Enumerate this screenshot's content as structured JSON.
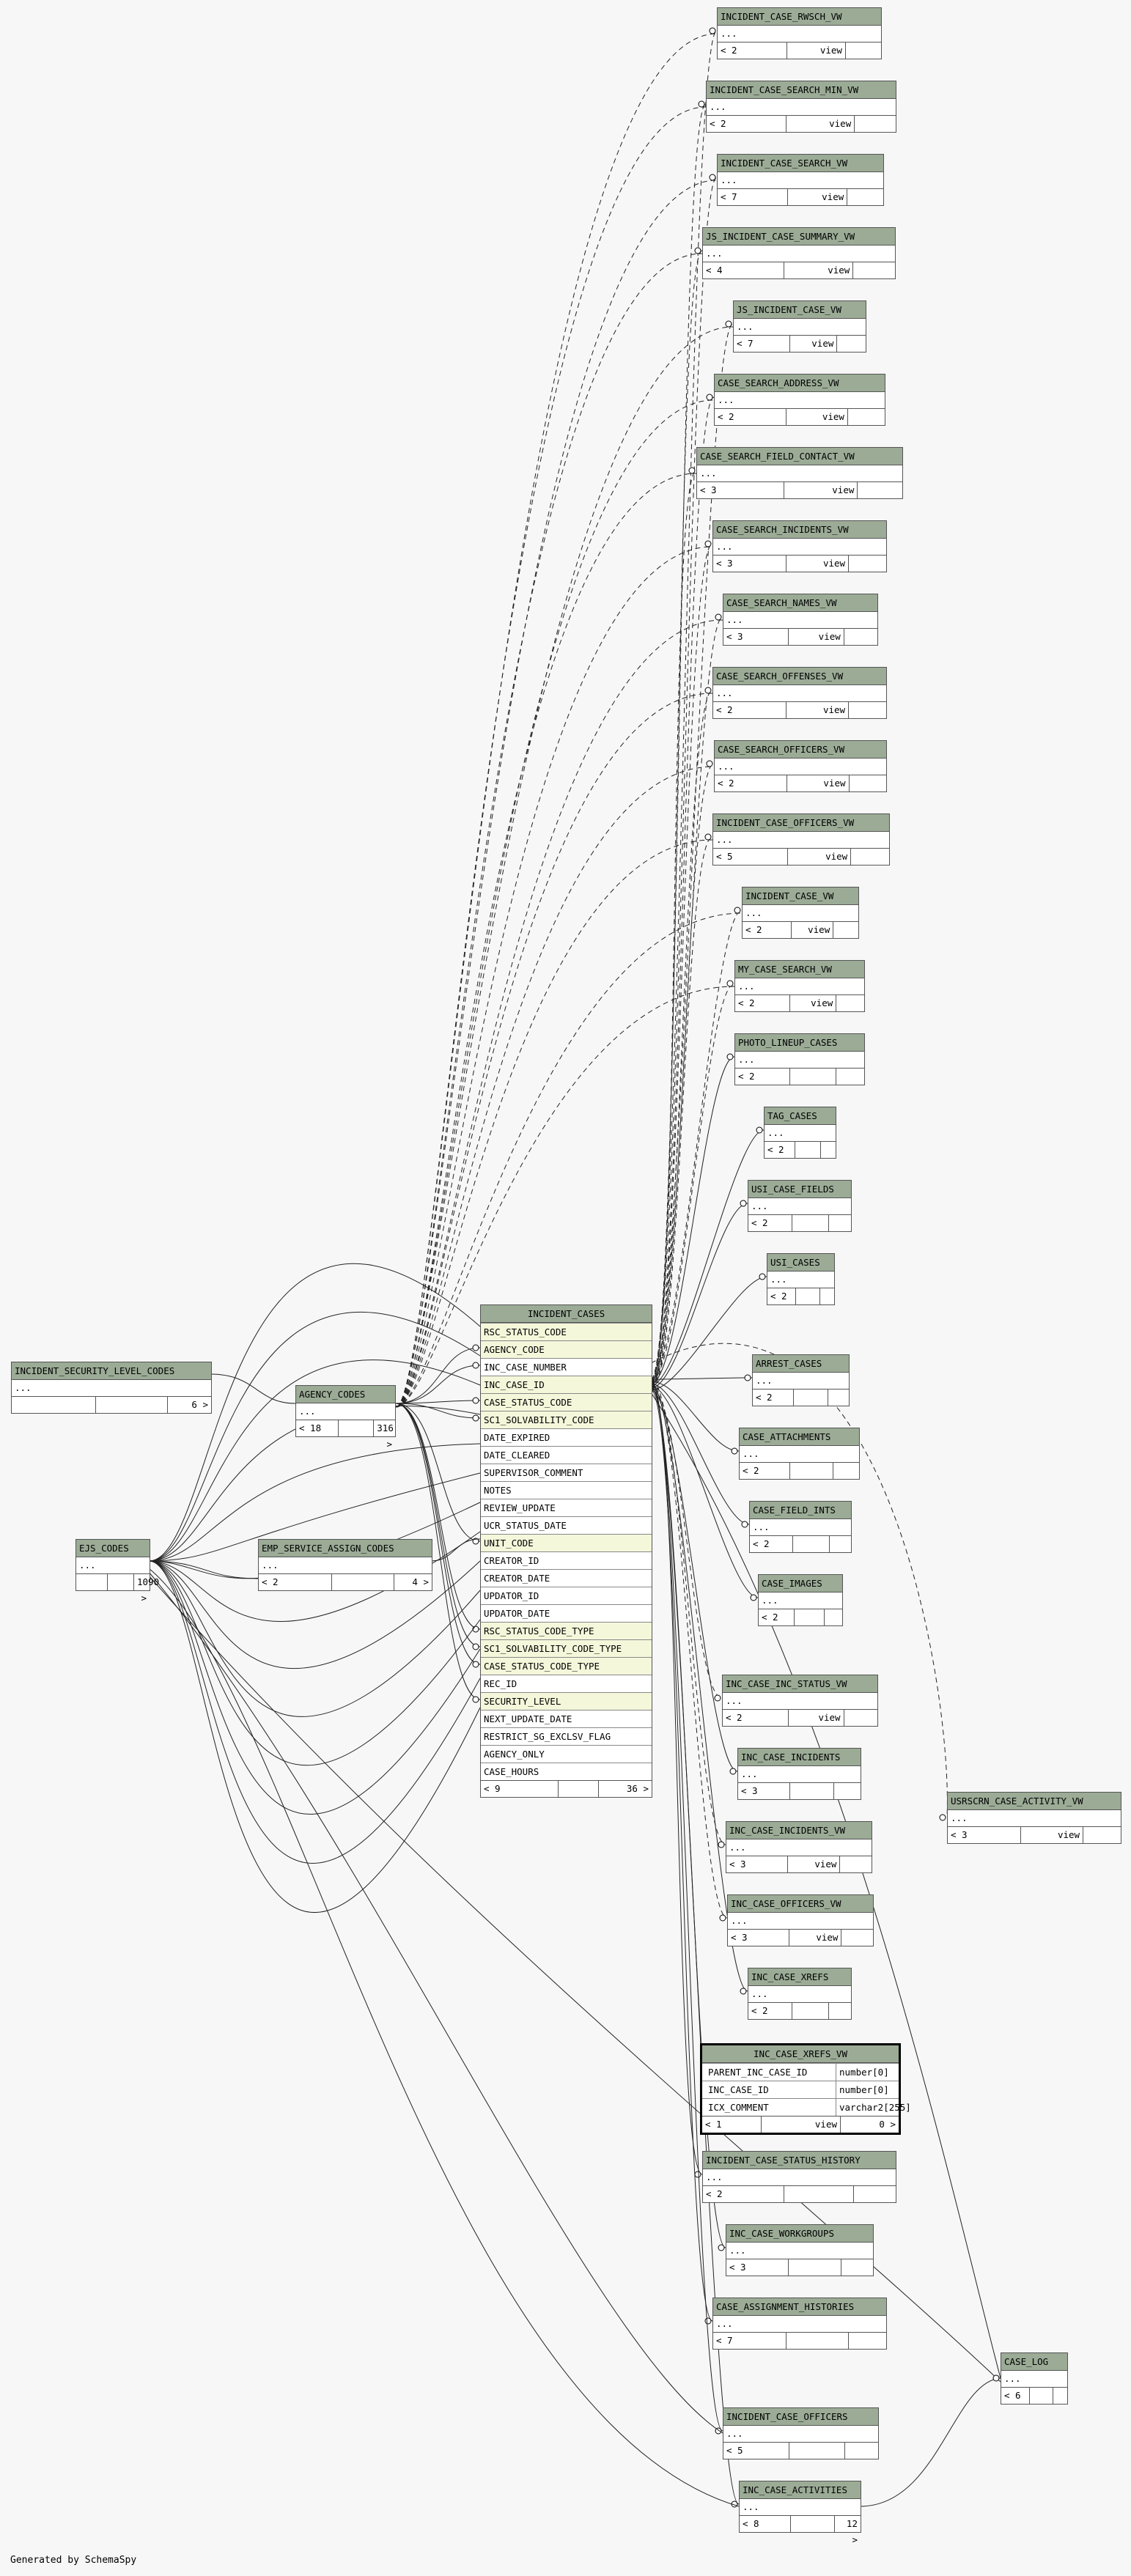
{
  "footer": "Generated by SchemaSpy",
  "center": {
    "title": "INCIDENT_CASES",
    "columns": [
      {
        "name": "RSC_STATUS_CODE",
        "key": true
      },
      {
        "name": "AGENCY_CODE",
        "key": true
      },
      {
        "name": "INC_CASE_NUMBER",
        "key": false
      },
      {
        "name": "INC_CASE_ID",
        "key": true
      },
      {
        "name": "CASE_STATUS_CODE",
        "key": true
      },
      {
        "name": "SC1_SOLVABILITY_CODE",
        "key": true
      },
      {
        "name": "DATE_EXPIRED",
        "key": false
      },
      {
        "name": "DATE_CLEARED",
        "key": false
      },
      {
        "name": "SUPERVISOR_COMMENT",
        "key": false
      },
      {
        "name": "NOTES",
        "key": false
      },
      {
        "name": "REVIEW_UPDATE",
        "key": false
      },
      {
        "name": "UCR_STATUS_DATE",
        "key": false
      },
      {
        "name": "UNIT_CODE",
        "key": true
      },
      {
        "name": "CREATOR_ID",
        "key": false
      },
      {
        "name": "CREATOR_DATE",
        "key": false
      },
      {
        "name": "UPDATOR_ID",
        "key": false
      },
      {
        "name": "UPDATOR_DATE",
        "key": false
      },
      {
        "name": "RSC_STATUS_CODE_TYPE",
        "key": true
      },
      {
        "name": "SC1_SOLVABILITY_CODE_TYPE",
        "key": true
      },
      {
        "name": "CASE_STATUS_CODE_TYPE",
        "key": true
      },
      {
        "name": "REC_ID",
        "key": false
      },
      {
        "name": "SECURITY_LEVEL",
        "key": true
      },
      {
        "name": "NEXT_UPDATE_DATE",
        "key": false
      },
      {
        "name": "RESTRICT_SG_EXCLSV_FLAG",
        "key": false
      },
      {
        "name": "AGENCY_ONLY",
        "key": false
      },
      {
        "name": "CASE_HOURS",
        "key": false
      }
    ],
    "foot": [
      "< 9",
      "",
      "36 >"
    ]
  },
  "selected": {
    "title": "INC_CASE_XREFS_VW",
    "columns": [
      {
        "name": "PARENT_INC_CASE_ID",
        "type": "number[0]"
      },
      {
        "name": "INC_CASE_ID",
        "type": "number[0]"
      },
      {
        "name": "ICX_COMMENT",
        "type": "varchar2[255]"
      }
    ],
    "foot": [
      "< 1",
      "view",
      "0 >"
    ]
  },
  "left_tables": [
    {
      "title": "INCIDENT_SECURITY_LEVEL_CODES",
      "dots": "...",
      "foot": [
        "",
        "",
        "6 >"
      ]
    },
    {
      "title": "AGENCY_CODES",
      "dots": "...",
      "foot": [
        "< 18",
        "",
        "316 >"
      ]
    },
    {
      "title": "EJS_CODES",
      "dots": "...",
      "foot": [
        "",
        "",
        "1090 >"
      ]
    },
    {
      "title": "EMP_SERVICE_ASSIGN_CODES",
      "dots": "...",
      "foot": [
        "< 2",
        "",
        "4 >"
      ]
    }
  ],
  "right_tables": [
    {
      "title": "INCIDENT_CASE_RWSCH_VW",
      "dots": "...",
      "foot": [
        "< 2",
        "view",
        ""
      ]
    },
    {
      "title": "INCIDENT_CASE_SEARCH_MIN_VW",
      "dots": "...",
      "foot": [
        "< 2",
        "view",
        ""
      ]
    },
    {
      "title": "INCIDENT_CASE_SEARCH_VW",
      "dots": "...",
      "foot": [
        "< 7",
        "view",
        ""
      ]
    },
    {
      "title": "JS_INCIDENT_CASE_SUMMARY_VW",
      "dots": "...",
      "foot": [
        "< 4",
        "view",
        ""
      ]
    },
    {
      "title": "JS_INCIDENT_CASE_VW",
      "dots": "...",
      "foot": [
        "< 7",
        "view",
        ""
      ]
    },
    {
      "title": "CASE_SEARCH_ADDRESS_VW",
      "dots": "...",
      "foot": [
        "< 2",
        "view",
        ""
      ]
    },
    {
      "title": "CASE_SEARCH_FIELD_CONTACT_VW",
      "dots": "...",
      "foot": [
        "< 3",
        "view",
        ""
      ]
    },
    {
      "title": "CASE_SEARCH_INCIDENTS_VW",
      "dots": "...",
      "foot": [
        "< 3",
        "view",
        ""
      ]
    },
    {
      "title": "CASE_SEARCH_NAMES_VW",
      "dots": "...",
      "foot": [
        "< 3",
        "view",
        ""
      ]
    },
    {
      "title": "CASE_SEARCH_OFFENSES_VW",
      "dots": "...",
      "foot": [
        "< 2",
        "view",
        ""
      ]
    },
    {
      "title": "CASE_SEARCH_OFFICERS_VW",
      "dots": "...",
      "foot": [
        "< 2",
        "view",
        ""
      ]
    },
    {
      "title": "INCIDENT_CASE_OFFICERS_VW",
      "dots": "...",
      "foot": [
        "< 5",
        "view",
        ""
      ]
    },
    {
      "title": "INCIDENT_CASE_VW",
      "dots": "...",
      "foot": [
        "< 2",
        "view",
        ""
      ]
    },
    {
      "title": "MY_CASE_SEARCH_VW",
      "dots": "...",
      "foot": [
        "< 2",
        "view",
        ""
      ]
    },
    {
      "title": "PHOTO_LINEUP_CASES",
      "dots": "...",
      "foot": [
        "< 2",
        "",
        ""
      ]
    },
    {
      "title": "TAG_CASES",
      "dots": "...",
      "foot": [
        "< 2",
        "",
        ""
      ]
    },
    {
      "title": "USI_CASE_FIELDS",
      "dots": "...",
      "foot": [
        "< 2",
        "",
        ""
      ]
    },
    {
      "title": "USI_CASES",
      "dots": "...",
      "foot": [
        "< 2",
        "",
        ""
      ]
    },
    {
      "title": "ARREST_CASES",
      "dots": "...",
      "foot": [
        "< 2",
        "",
        ""
      ]
    },
    {
      "title": "CASE_ATTACHMENTS",
      "dots": "...",
      "foot": [
        "< 2",
        "",
        ""
      ]
    },
    {
      "title": "CASE_FIELD_INTS",
      "dots": "...",
      "foot": [
        "< 2",
        "",
        ""
      ]
    },
    {
      "title": "CASE_IMAGES",
      "dots": "...",
      "foot": [
        "< 2",
        "",
        ""
      ]
    },
    {
      "title": "INC_CASE_INC_STATUS_VW",
      "dots": "...",
      "foot": [
        "< 2",
        "view",
        ""
      ]
    },
    {
      "title": "INC_CASE_INCIDENTS",
      "dots": "...",
      "foot": [
        "< 3",
        "",
        ""
      ]
    },
    {
      "title": "INC_CASE_INCIDENTS_VW",
      "dots": "...",
      "foot": [
        "< 3",
        "view",
        ""
      ]
    },
    {
      "title": "INC_CASE_OFFICERS_VW",
      "dots": "...",
      "foot": [
        "< 3",
        "view",
        ""
      ]
    },
    {
      "title": "INC_CASE_XREFS",
      "dots": "...",
      "foot": [
        "< 2",
        "",
        ""
      ]
    },
    {
      "title": "INCIDENT_CASE_STATUS_HISTORY",
      "dots": "...",
      "foot": [
        "< 2",
        "",
        ""
      ]
    },
    {
      "title": "INC_CASE_WORKGROUPS",
      "dots": "...",
      "foot": [
        "< 3",
        "",
        ""
      ]
    },
    {
      "title": "CASE_ASSIGNMENT_HISTORIES",
      "dots": "...",
      "foot": [
        "< 7",
        "",
        ""
      ]
    },
    {
      "title": "INCIDENT_CASE_OFFICERS",
      "dots": "...",
      "foot": [
        "< 5",
        "",
        ""
      ]
    },
    {
      "title": "INC_CASE_ACTIVITIES",
      "dots": "...",
      "foot": [
        "< 8",
        "",
        "12 >"
      ]
    }
  ],
  "far_tables": [
    {
      "title": "USRSCRN_CASE_ACTIVITY_VW",
      "dots": "...",
      "foot": [
        "< 3",
        "view",
        ""
      ]
    },
    {
      "title": "CASE_LOG",
      "dots": "...",
      "foot": [
        "< 6",
        "",
        ""
      ]
    }
  ]
}
